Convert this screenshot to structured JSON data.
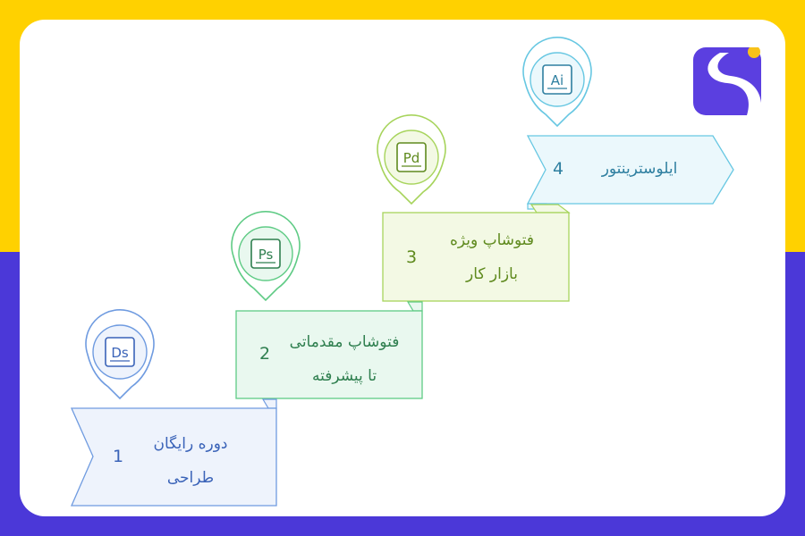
{
  "colors": {
    "frame_top": "#FFD100",
    "frame_bottom": "#4B38D8",
    "card_bg": "#FFFFFF",
    "logo_bg": "#5B3FE0",
    "logo_dot": "#F8C21A"
  },
  "steps": [
    {
      "number": "1",
      "line1": "دوره رایگان",
      "line2": "طراحی",
      "icon_text": "Ds",
      "icon_name": "dimension-ds-icon",
      "stroke": "#6F9BE0",
      "fill": "#EEF3FC",
      "text_color": "#3A63B8"
    },
    {
      "number": "2",
      "line1": "فتوشاپ مقدماتی",
      "line2": "تا پیشرفته",
      "icon_text": "Ps",
      "icon_name": "photoshop-ps-icon",
      "stroke": "#5FCB85",
      "fill": "#E9F8EF",
      "text_color": "#2F7F4F"
    },
    {
      "number": "3",
      "line1": "فتوشاپ ویژه",
      "line2": "بازار کار",
      "icon_text": "Pd",
      "icon_name": "photoshop-pd-icon",
      "stroke": "#A7D45C",
      "fill": "#F3F9E4",
      "text_color": "#5F8A1E"
    },
    {
      "number": "4",
      "line1": "ایلوسترینتور",
      "line2": "",
      "icon_text": "Ai",
      "icon_name": "illustrator-ai-icon",
      "stroke": "#67C7E2",
      "fill": "#EBF8FC",
      "text_color": "#2E7FA0"
    }
  ]
}
